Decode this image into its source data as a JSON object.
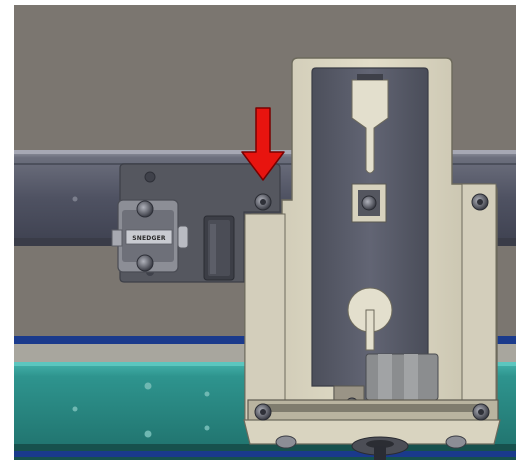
{
  "figure": {
    "latch_label": "SNEDGER",
    "callout": {
      "type": "arrow",
      "direction": "down",
      "color": "#e8140f",
      "outline": "#7a0000"
    }
  },
  "colors": {
    "background_wall": "#7b7670",
    "rail_dark": "#4a4d5c",
    "rail_light": "#8a8c98",
    "mount_plate": "#55575f",
    "teal_frame": "#2a8c86",
    "blue_stripe": "#1a3a8c",
    "bracket_beige": "#d9d4c0",
    "bracket_panel": "#585b67",
    "callout_red": "#e8140f"
  }
}
